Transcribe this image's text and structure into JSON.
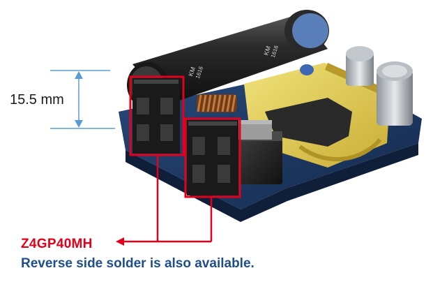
{
  "dimension": {
    "text": "15.5 mm"
  },
  "part_number": {
    "text": "Z4GP40MH",
    "color": "#e3001b"
  },
  "note": {
    "text": "Reverse side solder is also available.",
    "color": "#1f4e8c"
  },
  "capacitor_marking": {
    "line1": "KM",
    "line2": "1616"
  },
  "colors": {
    "dimension_line": "#5b9bd5",
    "highlight_box": "#e3001b",
    "pcb": "#1d3a66",
    "transformer_tape": "#e8d25a"
  }
}
